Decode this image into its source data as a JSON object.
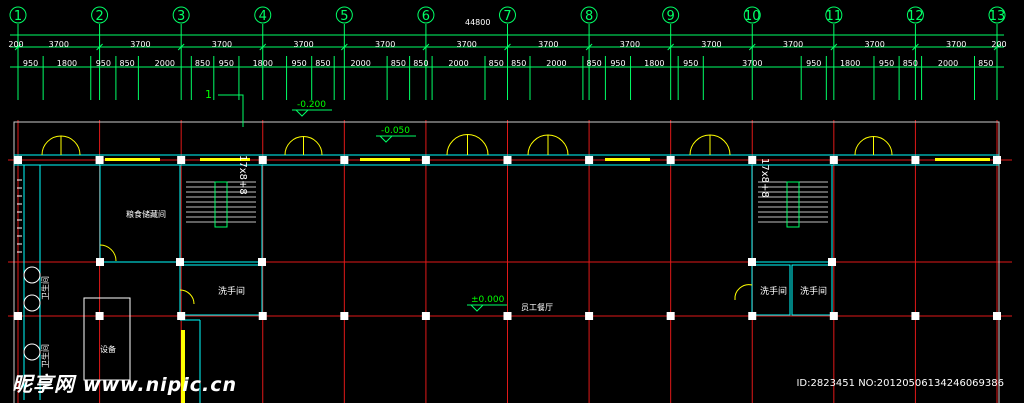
{
  "drawing": {
    "grid_labels": [
      "1",
      "2",
      "3",
      "4",
      "5",
      "6",
      "7",
      "8",
      "9",
      "10",
      "11",
      "12",
      "13"
    ],
    "overall_dimension": "44800",
    "bay_dimensions": [
      "200",
      "3700",
      "3700",
      "3700",
      "3700",
      "3700",
      "3700",
      "3700",
      "3700",
      "3700",
      "3700",
      "3700",
      "3700",
      "200"
    ],
    "detail_dimensions": [
      "950",
      "1800",
      "950",
      "850",
      "2000",
      "850",
      "950",
      "1800",
      "950",
      "850",
      "2000",
      "850",
      "850",
      "2000",
      "850",
      "850",
      "2000",
      "850",
      "950",
      "1800",
      "950",
      "3700",
      "950",
      "1800",
      "950",
      "850",
      "2000",
      "850"
    ],
    "leader_label": "1",
    "elevations": [
      "-0.200",
      "-0.050",
      "±0.000"
    ],
    "rooms": {
      "storage": "粮食储藏间",
      "washroom": "洗手间",
      "staff_dining": "员工餐厅",
      "equipment": "设备",
      "left_side_a": "卫生间",
      "left_side_b": "卫生间"
    },
    "stair_label": "17x8+8",
    "colors": {
      "background": "#000000",
      "grid_line": "#e01818",
      "dimension": "#00ff66",
      "wall": "#00ffff",
      "door": "#ffff00",
      "column": "#ffffff",
      "outline": "#cccccc"
    }
  },
  "watermark": {
    "logo_text": "昵享网",
    "url": "www.nipic.cn",
    "id_text": "ID:2823451 NO:20120506134246069386"
  }
}
